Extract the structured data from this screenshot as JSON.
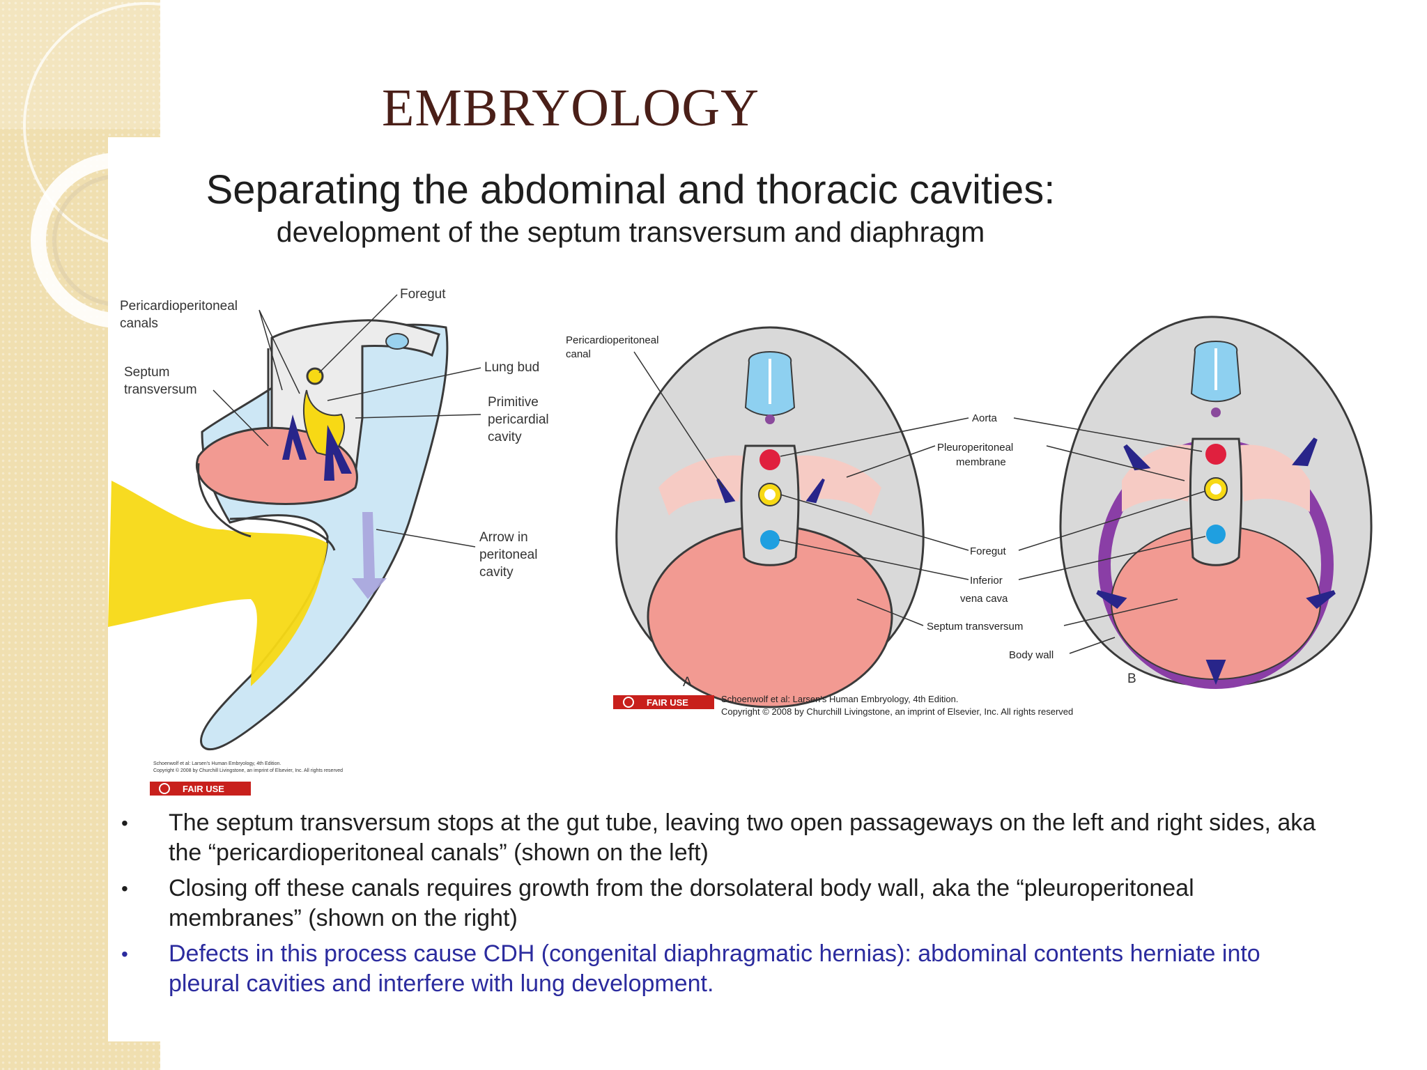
{
  "slide": {
    "title": "EMBRYOLOGY"
  },
  "figure": {
    "title": "Separating the abdominal and thoracic cavities:",
    "subtitle": "development of the septum transversum and diaphragm",
    "left_labels": {
      "pericardioperitoneal_canals_1": "Pericardioperitoneal",
      "pericardioperitoneal_canals_2": "canals",
      "foregut": "Foregut",
      "septum_1": "Septum",
      "septum_2": "transversum",
      "lung_bud": "Lung bud",
      "primitive_1": "Primitive",
      "primitive_2": "pericardial",
      "primitive_3": "cavity",
      "arrow_1": "Arrow in",
      "arrow_2": "peritoneal",
      "arrow_3": "cavity",
      "credit_1": "Schoenwolf et al: Larsen's Human Embryology, 4th Edition.",
      "credit_2": "Copyright © 2008 by Churchill Livingstone, an imprint of Elsevier, Inc. All rights reserved",
      "badge": "FAIR USE"
    },
    "right_labels": {
      "canal_1": "Pericardioperitoneal",
      "canal_2": "canal",
      "aorta": "Aorta",
      "pleuro_1": "Pleuroperitoneal",
      "pleuro_2": "membrane",
      "foregut": "Foregut",
      "ivc_1": "Inferior",
      "ivc_2": "vena cava",
      "septum": "Septum transversum",
      "body_wall": "Body wall",
      "panel_a": "A",
      "panel_b": "B",
      "credit_1": "Schoenwolf et al: Larsen's Human Embryology, 4th Edition.",
      "credit_2": "Copyright © 2008 by Churchill Livingstone, an imprint of Elsevier, Inc. All rights reserved",
      "badge": "FAIR USE"
    }
  },
  "bullets": [
    {
      "marker": "•",
      "text": "The septum transversum stops at the gut tube, leaving two open passageways on the left and right sides, aka the “pericardioperitoneal canals” (shown on the left)"
    },
    {
      "marker": "•",
      "text": "Closing off these canals requires growth from the dorsolateral body wall, aka the “pleuroperitoneal membranes” (shown on the right)"
    },
    {
      "marker": "•",
      "text": "Defects in this process cause CDH (congenital diaphragmatic hernias): abdominal contents herniate into pleural cavities and interfere with lung development."
    }
  ],
  "colors": {
    "sidebar": "#f0dfb0",
    "title": "#4a1f18",
    "septum": "#f29a92",
    "fluid": "#cde7f5",
    "yellow": "#f7d915",
    "purple": "#8a3ea6",
    "aorta": "#e0203e",
    "ivc": "#1f9fe0",
    "arrow": "#28258a",
    "bullet_blue": "#2b2b9e"
  }
}
